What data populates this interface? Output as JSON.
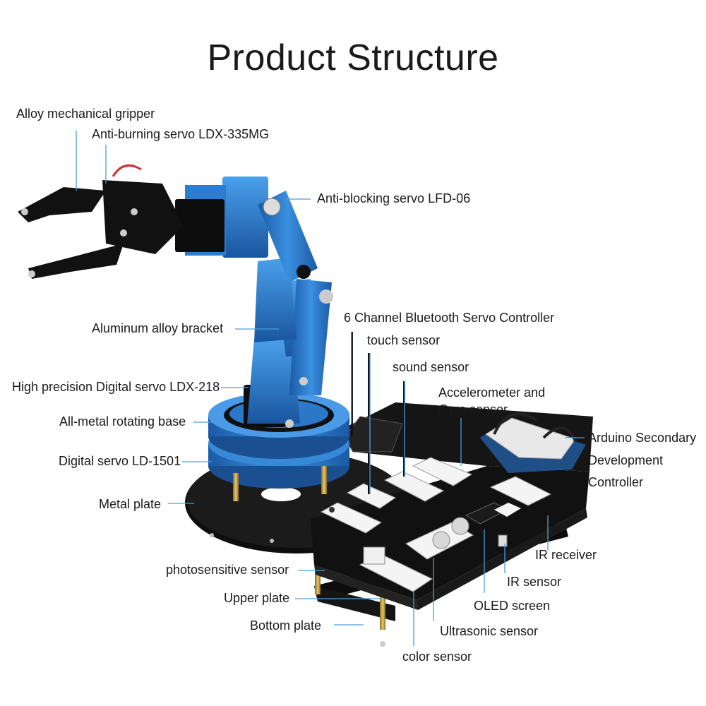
{
  "title": "Product Structure",
  "labels": {
    "alloy_gripper": "Alloy mechanical gripper",
    "anti_burning_servo": "Anti-burning servo LDX-335MG",
    "anti_blocking_servo": "Anti-blocking servo LFD-06",
    "aluminum_bracket": "Aluminum alloy bracket",
    "high_precision_servo": "High precision Digital servo LDX-218",
    "rotating_base": "All-metal rotating base",
    "digital_servo": "Digital servo LD-1501",
    "metal_plate": "Metal plate",
    "photosensitive_sensor": "photosensitive sensor",
    "upper_plate": "Upper plate",
    "bottom_plate": "Bottom plate",
    "bluetooth_controller": "6 Channel Bluetooth Servo Controller",
    "touch_sensor": "touch sensor",
    "sound_sensor": "sound sensor",
    "accelerometer_line1": "Accelerometer and",
    "accelerometer_line2": "Gyro sensor",
    "arduino_line1": "Arduino Secondary",
    "arduino_line2": "Development",
    "arduino_line3": "Controller",
    "ir_receiver": "IR receiver",
    "ir_sensor": "IR sensor",
    "oled_screen": "OLED screen",
    "ultrasonic_sensor": "Ultrasonic sensor",
    "color_sensor": "color sensor"
  },
  "colors": {
    "arm_blue": "#2f7fd4",
    "arm_blue_dark": "#1c5aa8",
    "black_plate": "#111111",
    "brass": "#c8a04a",
    "leader_line": "#4a9fd8"
  }
}
